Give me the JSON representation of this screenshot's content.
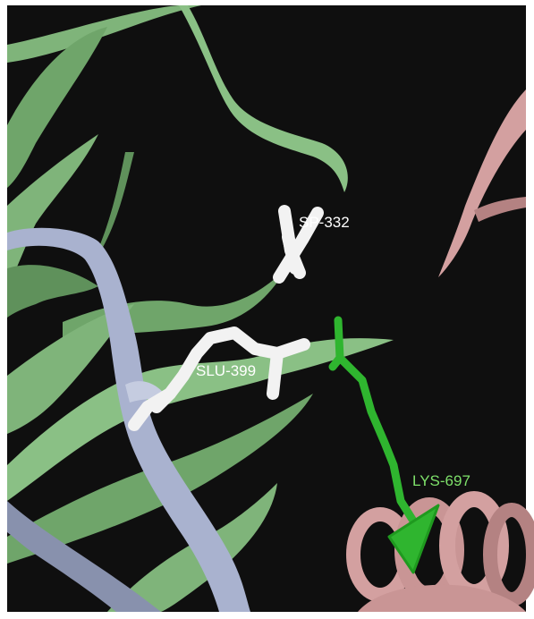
{
  "scene": {
    "background_color": "#0f0f0f",
    "frame_color": "#ffffff",
    "colors": {
      "green_ribbon": "#7fb47a",
      "green_ribbon_dark": "#5f915b",
      "blue_ribbon": "#a9b2cf",
      "blue_ribbon_dark": "#8891ad",
      "pink_ribbon": "#d3a0a0",
      "pink_ribbon_dark": "#b48282",
      "white_residue": "#f2f2f2",
      "green_residue": "#2fb52f"
    }
  },
  "residues": [
    {
      "name": "ASP-332 (partially cut)",
      "label": "SP-332",
      "color": "#ffffff"
    },
    {
      "name": "GLU-399 (partially cut)",
      "label": "SLU-399",
      "color": "#ffffff"
    },
    {
      "name": "LYS-697",
      "label": "LYS-697",
      "color": "#7ee06a"
    }
  ]
}
